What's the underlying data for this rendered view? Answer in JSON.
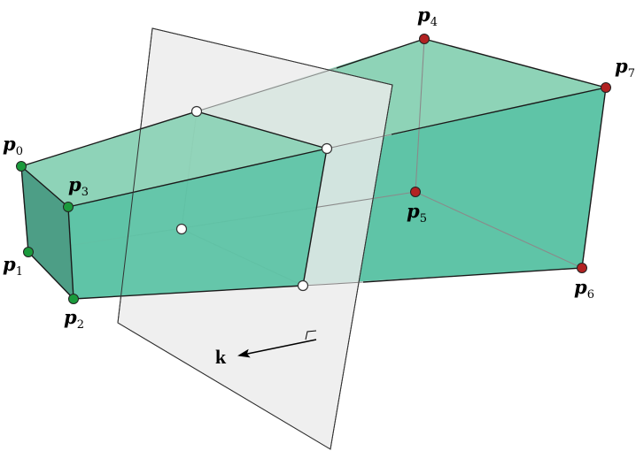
{
  "colors": {
    "prism_front": "#5fc4a7",
    "prism_top": "#8ed3b7",
    "prism_end": "#4d9e86",
    "plane_fill": "#ececec",
    "plane_stroke": "#333333",
    "vertex_green": "#1a9a3c",
    "vertex_red": "#b22222",
    "intersection_fill": "#ffffff",
    "hidden_edge": "#8a8a8a",
    "edge": "#1a1a1a"
  },
  "points": [
    {
      "id": "p0",
      "symbol": "p",
      "subscript": "0",
      "color": "green"
    },
    {
      "id": "p1",
      "symbol": "p",
      "subscript": "1",
      "color": "green"
    },
    {
      "id": "p2",
      "symbol": "p",
      "subscript": "2",
      "color": "green"
    },
    {
      "id": "p3",
      "symbol": "p",
      "subscript": "3",
      "color": "green"
    },
    {
      "id": "p4",
      "symbol": "p",
      "subscript": "4",
      "color": "red"
    },
    {
      "id": "p5",
      "symbol": "p",
      "subscript": "5",
      "color": "red"
    },
    {
      "id": "p6",
      "symbol": "p",
      "subscript": "6",
      "color": "red"
    },
    {
      "id": "p7",
      "symbol": "p",
      "subscript": "7",
      "color": "red"
    }
  ],
  "normal_vector": {
    "label": "k"
  }
}
